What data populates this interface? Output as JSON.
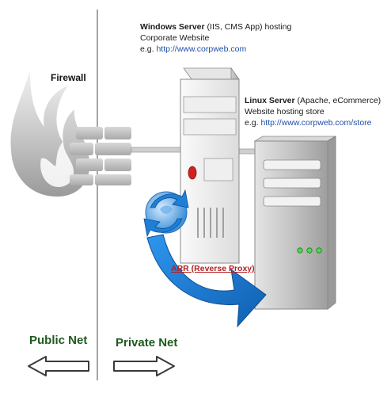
{
  "firewall": {
    "label": "Firewall"
  },
  "windows_server": {
    "name": "Windows Server",
    "detail": " (IIS, CMS App) hosting",
    "line2": "Corporate Website",
    "example_prefix": "e.g. ",
    "url": "http://www.corpweb.com"
  },
  "linux_server": {
    "name": "Linux Server",
    "detail": " (Apache, eCommerce)",
    "line2": "Website hosting store",
    "example_prefix": "e.g. ",
    "url": "http://www.corpweb.com/store"
  },
  "proxy": {
    "label": "ARR (Reverse Proxy)"
  },
  "networks": {
    "public_label": "Public Net",
    "private_label": "Private Net"
  },
  "colors": {
    "net_label": "#1f5a1f",
    "proxy_label": "#b21f1f",
    "link": "#1f4fa8",
    "arrow_blue": "#1e7fd6"
  }
}
